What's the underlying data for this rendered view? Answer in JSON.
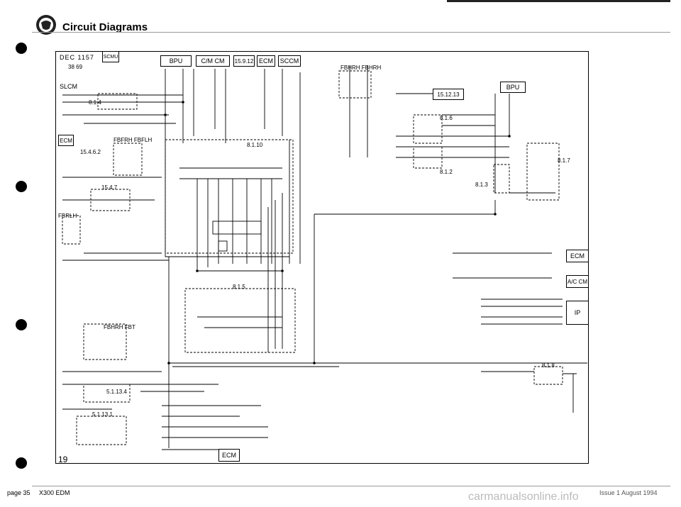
{
  "header": {
    "title": "Circuit Diagrams"
  },
  "stamp": {
    "line1": "DEC 1157",
    "line2": "38 69"
  },
  "modules": {
    "sclm": "SCMU",
    "bpu_top": "BPU",
    "cm_cm": "C/M CM",
    "ref_15912": "15.9.12",
    "ecm_top": "ECM",
    "sccm": "SCCM",
    "fbhrh_top": "FBHRH FBHRH",
    "ref_15_12_13": "15.12.13",
    "bpu_right": "BPU",
    "ecm_right": "ECM",
    "ac_cm": "A/C CM",
    "ip": "IP",
    "ecm_bottom": "ECM",
    "ecm_left": "ECM",
    "fbfrh_fbflh": "FBFRH FBFLH",
    "fbrlh": "FBRLH",
    "fbhrh_fbt": "FBHRH FBT",
    "slcm": "SLCM"
  },
  "refs": {
    "r814": "8.1.4",
    "r1546": "15.4.6.2",
    "r847": "15.4.7",
    "r8110": "8.1.10",
    "r815": "8.1.5",
    "r816": "8.1.6",
    "r812": "8.1.2",
    "r813": "8.1.3",
    "r817": "8.1.7",
    "r818": "8.1.8",
    "r51134": "5.1.13.4",
    "r51131": "5.1.13.1",
    "rpage": "19"
  },
  "footer": {
    "page": "page 35",
    "model": "X300 EDM",
    "date": "Issue 1 August 1994",
    "watermark": "carmanualsonline.info"
  },
  "colors": {
    "line": "#000000",
    "background": "#ffffff"
  }
}
